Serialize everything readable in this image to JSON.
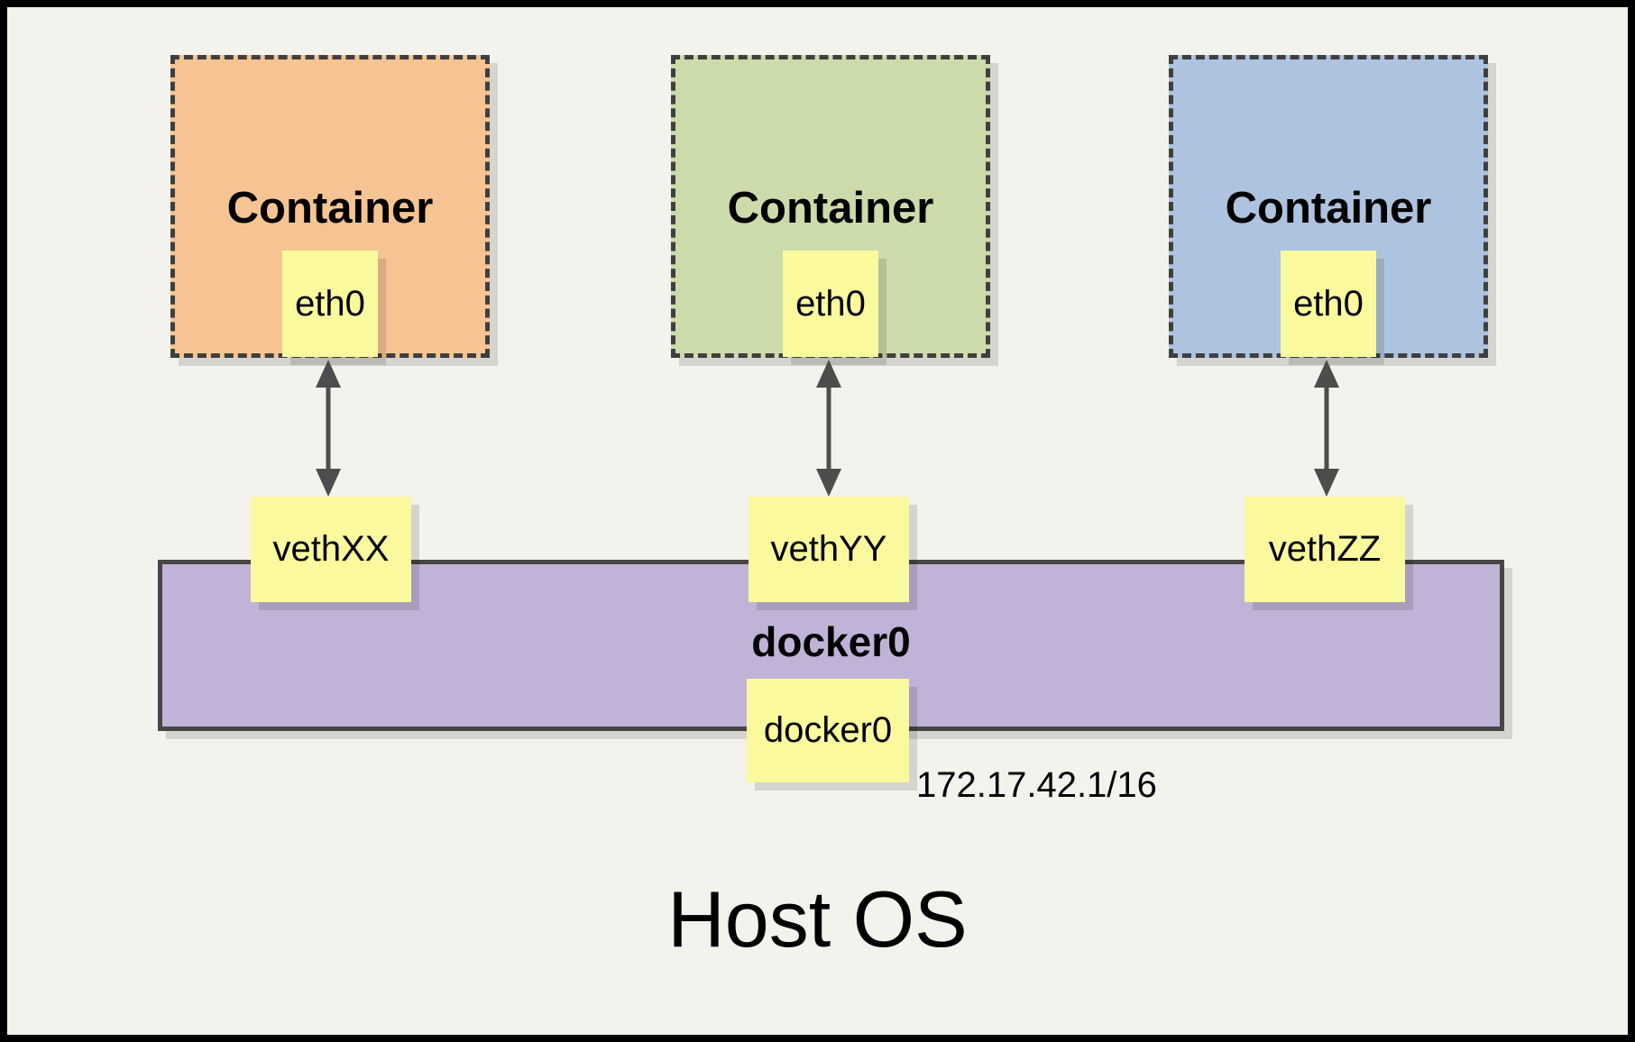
{
  "diagram": {
    "host_label": "Host OS",
    "containers": [
      {
        "title": "Container",
        "interface": "eth0",
        "veth": "vethXX",
        "fill": "#F6C492"
      },
      {
        "title": "Container",
        "interface": "eth0",
        "veth": "vethYY",
        "fill": "#CCDBAA"
      },
      {
        "title": "Container",
        "interface": "eth0",
        "veth": "vethZZ",
        "fill": "#AEC3DF"
      }
    ],
    "bridge": {
      "name": "docker0",
      "interface": "docker0",
      "ip": "172.17.42.1/16",
      "fill": "#C1B3D7"
    },
    "colors": {
      "background": "#F4F2EC",
      "frame_border": "#000000",
      "note_fill": "#FBF99E",
      "dashed_border": "#3F3F3F",
      "bar_border": "#464646",
      "arrow": "#4D4D4D",
      "shadow": "rgba(0,0,0,0.12)"
    }
  }
}
